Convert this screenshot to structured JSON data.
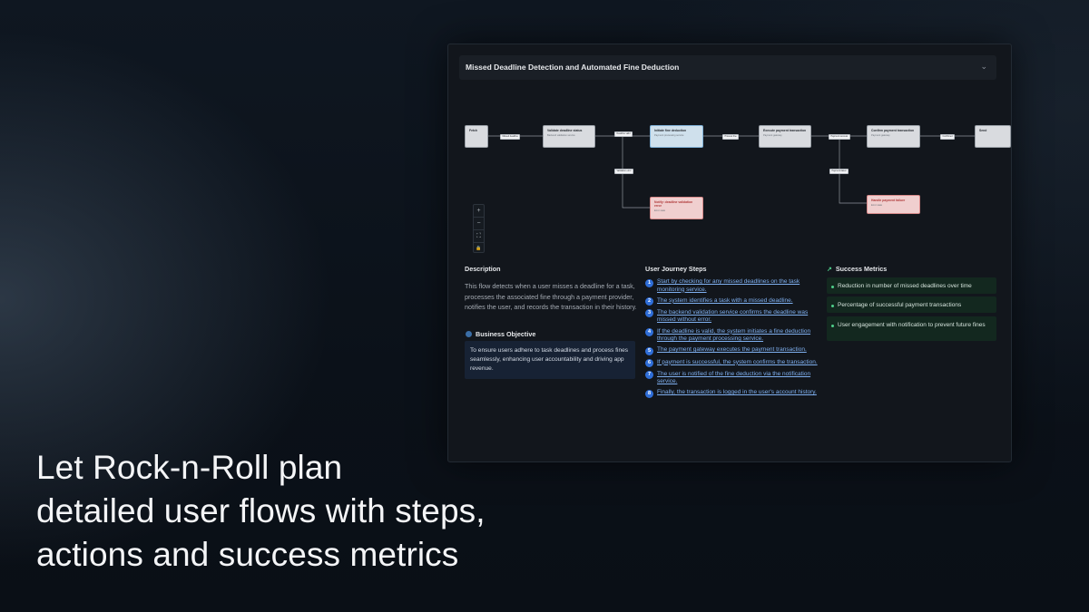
{
  "tagline": {
    "line1": "Let Rock-n-Roll plan",
    "line2": "detailed user flows with steps,",
    "line3": "actions and success metrics"
  },
  "panel": {
    "title": "Missed Deadline Detection and Automated Fine Deduction",
    "collapse_icon": "chevron-down-icon"
  },
  "flow": {
    "nodes": [
      {
        "title": "Fetch",
        "sub": ""
      },
      {
        "title": "Validate deadline status",
        "sub": "Backend validation service"
      },
      {
        "title": "Initiate fine deduction",
        "sub": "Payment processing service"
      },
      {
        "title": "Execute payment transaction",
        "sub": "Payment gateway"
      },
      {
        "title": "Confirm payment transaction",
        "sub": "Payment gateway"
      },
      {
        "title": "Send",
        "sub": ""
      },
      {
        "title": "Notify: deadline validation error",
        "sub": "Error state"
      },
      {
        "title": "Handle payment failure",
        "sub": "Error state"
      }
    ],
    "edge_labels": [
      "Missed deadline",
      "Deadline valid",
      "Process fine",
      "Payment success",
      "Confirmed",
      "Validation error",
      "Payment failed"
    ]
  },
  "zoom_controls": {
    "zoom_in": "+",
    "zoom_out": "−",
    "fit": "⛶",
    "lock": "🔒"
  },
  "description": {
    "title": "Description",
    "text": "This flow detects when a user misses a deadline for a task, processes the associated fine through a payment provider, notifies the user, and records the transaction in their history."
  },
  "business_objective": {
    "title": "Business Objective",
    "text": "To ensure users adhere to task deadlines and process fines seamlessly, enhancing user accountability and driving app revenue."
  },
  "journey": {
    "title": "User Journey Steps",
    "steps": [
      {
        "n": "1",
        "text": "Start by checking for any missed deadlines on the task monitoring service."
      },
      {
        "n": "2",
        "text": "The system identifies a task with a missed deadline."
      },
      {
        "n": "3",
        "text": "The backend validation service confirms the deadline was missed without error."
      },
      {
        "n": "4",
        "text": "If the deadline is valid, the system initiates a fine deduction through the payment processing service."
      },
      {
        "n": "5",
        "text": "The payment gateway executes the payment transaction."
      },
      {
        "n": "6",
        "text": "If payment is successful, the system confirms the transaction."
      },
      {
        "n": "7",
        "text": "The user is notified of the fine deduction via the notification service."
      },
      {
        "n": "8",
        "text": "Finally, the transaction is logged in the user's account history."
      }
    ]
  },
  "metrics": {
    "title": "Success Metrics",
    "items": [
      "Reduction in number of missed deadlines over time",
      "Percentage of successful payment transactions",
      "User engagement with notification to prevent future fines"
    ]
  }
}
